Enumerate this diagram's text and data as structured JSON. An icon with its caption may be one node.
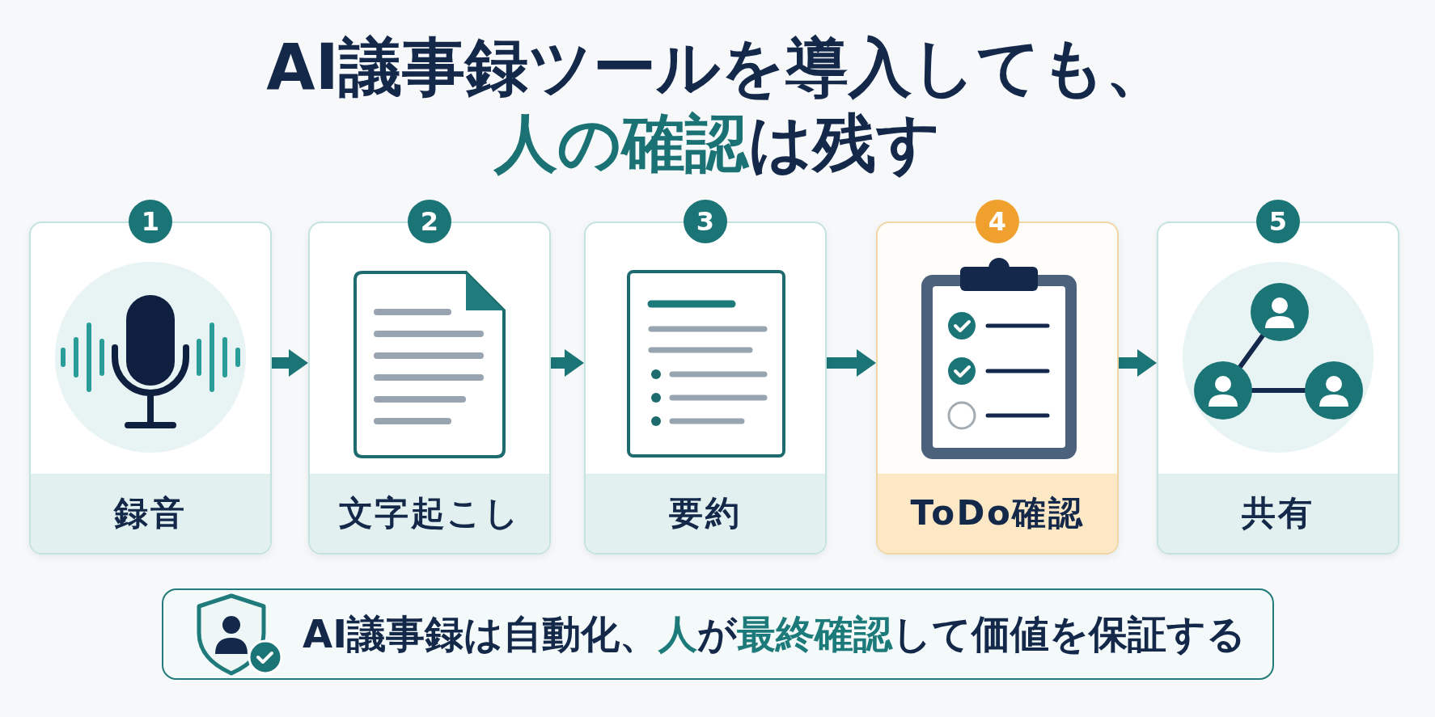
{
  "diagram": {
    "title": "AI議事録ツールを導入しても、**人の確認**は残す",
    "nodes": [
      {
        "text": [
          "1",
          "録音"
        ]
      },
      {
        "text": [
          "2",
          "文字起こし"
        ]
      },
      {
        "text": [
          "3",
          "要約"
        ]
      },
      {
        "text": [
          "4",
          "ToDo確認"
        ]
      },
      {
        "text": [
          "5",
          "共有"
        ]
      },
      {
        "text": [
          "AI議事録は自動化、**人**が**最終確認**して価値を保証する"
        ]
      }
    ],
    "edges": [
      {
        "from": 0,
        "to": 1,
        "arrow": "to"
      },
      {
        "from": 1,
        "to": 2,
        "arrow": "to"
      },
      {
        "from": 2,
        "to": 3,
        "arrow": "to"
      },
      {
        "from": 3,
        "to": 4,
        "arrow": "to"
      }
    ]
  }
}
